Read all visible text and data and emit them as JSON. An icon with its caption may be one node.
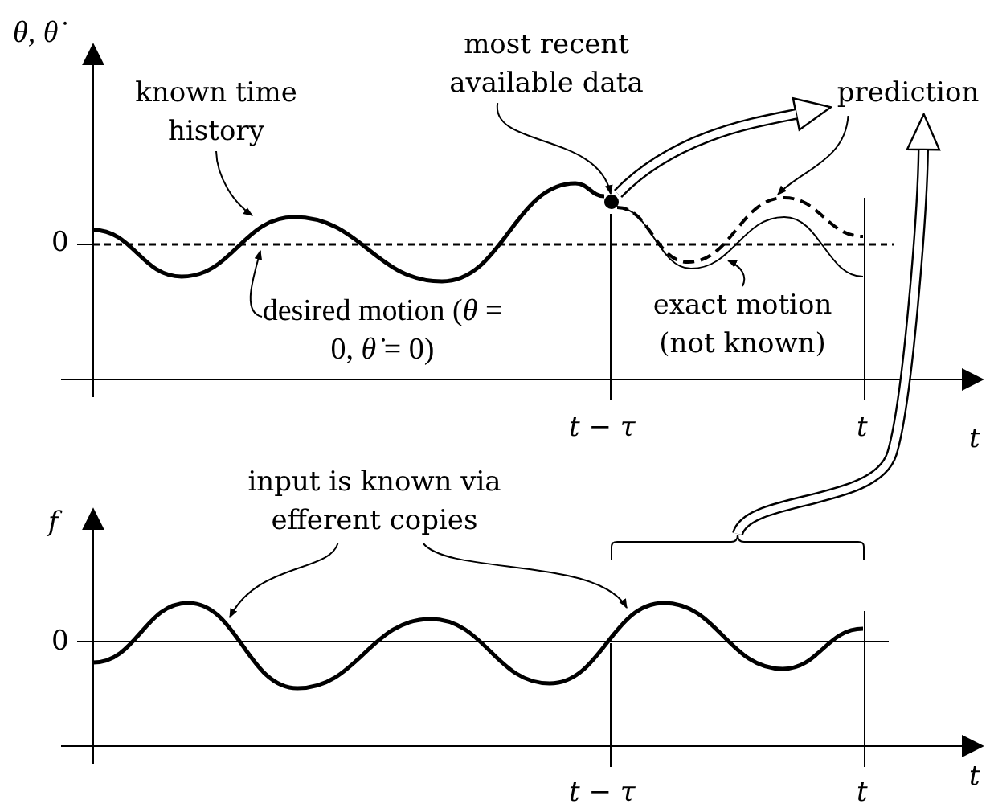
{
  "diagram": {
    "nodes": [
      {
        "text": [
          "known time history"
        ]
      },
      {
        "text": [
          "desired motion (*θ* = 0, *θ̇* = 0)"
        ]
      },
      {
        "text": [
          "most recent available data"
        ]
      },
      {
        "text": [],
        "shape": "circle"
      },
      {
        "text": [
          "prediction"
        ]
      },
      {
        "text": [
          "exact motion (not known)"
        ]
      },
      {
        "text": [
          "input is known via efferent copies"
        ]
      },
      {
        "text": [],
        "shape": "bracket"
      },
      {
        "text": [],
        "shape": "curve"
      },
      {
        "text": [],
        "shape": "line"
      },
      {
        "text": [],
        "shape": "curve"
      },
      {
        "text": [],
        "shape": "curve"
      },
      {
        "text": [],
        "shape": "curve"
      }
    ],
    "edges": [
      {
        "from": 0,
        "to": 8,
        "arrow": "to"
      },
      {
        "from": 1,
        "to": 9,
        "arrow": "to"
      },
      {
        "from": 2,
        "to": 3,
        "arrow": "to"
      },
      {
        "from": 3,
        "to": 4,
        "arrow": "to",
        "style": "thick"
      },
      {
        "from": 4,
        "to": 10,
        "arrow": "to"
      },
      {
        "from": 5,
        "to": 11,
        "arrow": "to"
      },
      {
        "from": 6,
        "to": 12,
        "arrow": "to"
      },
      {
        "from": 6,
        "to": 12,
        "arrow": "to"
      },
      {
        "from": 7,
        "to": 4,
        "arrow": "to",
        "style": "thick"
      }
    ],
    "labels": [
      "θ, θ̇",
      "0",
      "t − τ",
      "t",
      "t",
      "f",
      "0",
      "t − τ",
      "t",
      "t"
    ]
  }
}
